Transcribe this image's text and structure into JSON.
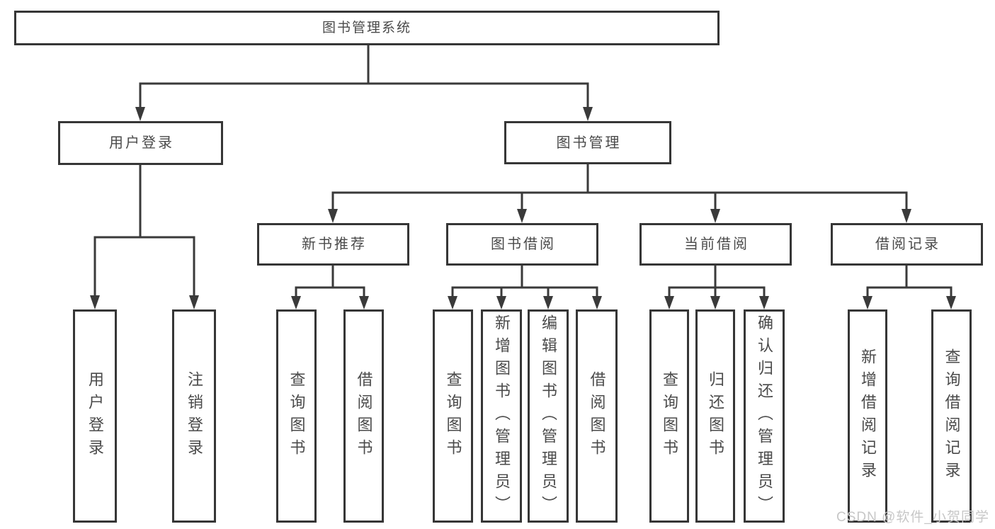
{
  "tree": {
    "root": {
      "label": "图书管理系统"
    },
    "branches": [
      {
        "label": "用户登录",
        "children": [
          {
            "label": "用户登录"
          },
          {
            "label": "注销登录"
          }
        ]
      },
      {
        "label": "图书管理",
        "groups": [
          {
            "label": "新书推荐",
            "children": [
              {
                "label": "查询图书"
              },
              {
                "label": "借阅图书"
              }
            ]
          },
          {
            "label": "图书借阅",
            "children": [
              {
                "label": "查询图书"
              },
              {
                "label": "新增图书（管理员）"
              },
              {
                "label": "编辑图书（管理员）"
              },
              {
                "label": "借阅图书"
              }
            ]
          },
          {
            "label": "当前借阅",
            "children": [
              {
                "label": "查询图书"
              },
              {
                "label": "归还图书"
              },
              {
                "label": "确认归还（管理员）"
              }
            ]
          },
          {
            "label": "借阅记录",
            "children": [
              {
                "label": "新增借阅记录"
              },
              {
                "label": "查询借阅记录"
              }
            ]
          }
        ]
      }
    ]
  },
  "watermark": {
    "text": "CSDN @软件_小贺同学"
  },
  "colors": {
    "line": "#3a3a3a",
    "box_border": "#363636",
    "text": "#4a4a4a",
    "watermark": "#c7c7c7",
    "background": "#ffffff"
  }
}
